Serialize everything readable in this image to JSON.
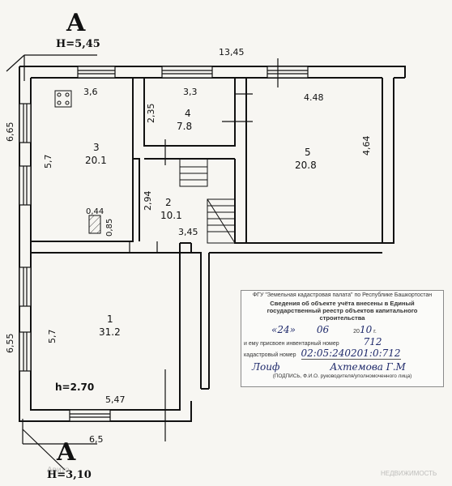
{
  "section_marks": {
    "top": {
      "letter": "A",
      "height": "H=5,45"
    },
    "bottom": {
      "letter": "A",
      "height": "H=3,10"
    }
  },
  "dimensions": {
    "top_total": "13,45",
    "left_upper": "6,65",
    "left_lower": "6,55",
    "bottom_total": "6,5",
    "room3_width": "3,6",
    "room3_height": "5,7",
    "room4_width": "3,3",
    "room4_height": "2,35",
    "room5_width": "4.48",
    "room5_height": "4,64",
    "room2_height": "2,94",
    "room2_width": "3,45",
    "niche_width": "0,44",
    "niche_height": "0,85",
    "room1_height": "5,7",
    "room1_width": "5,47",
    "ceiling_height": "h=2.70"
  },
  "rooms": [
    {
      "number": "1",
      "area": "31.2"
    },
    {
      "number": "2",
      "area": "10.1"
    },
    {
      "number": "3",
      "area": "20.1"
    },
    {
      "number": "4",
      "area": "7.8"
    },
    {
      "number": "5",
      "area": "20.8"
    }
  ],
  "stamp": {
    "organization": "ФГУ \"Земельная кадастровая палата\" по Республике Башкортостан",
    "heading": "Сведения об объекте учёта внесены в Единый государственный реестр объектов капитального строительства",
    "date_day": "«24»",
    "date_month": "06",
    "date_year_prefix": "20",
    "date_year": "10",
    "date_suffix": "г.",
    "inventory_label": "и ему присвоен инвентарный номер",
    "inventory_number": "712",
    "cadastral_label": "кадастровый номер",
    "cadastral_number": "02:05:240201:0:712",
    "signature": "Лоиф",
    "signer_name": "Ахтемова Г.М",
    "signature_caption": "(ПОДПИСЬ, Ф.И.О. руководителя/уполномоченного лица)"
  },
  "watermarks": {
    "left": "Авито",
    "right": "НЕДВИЖИМОСТЬ"
  }
}
